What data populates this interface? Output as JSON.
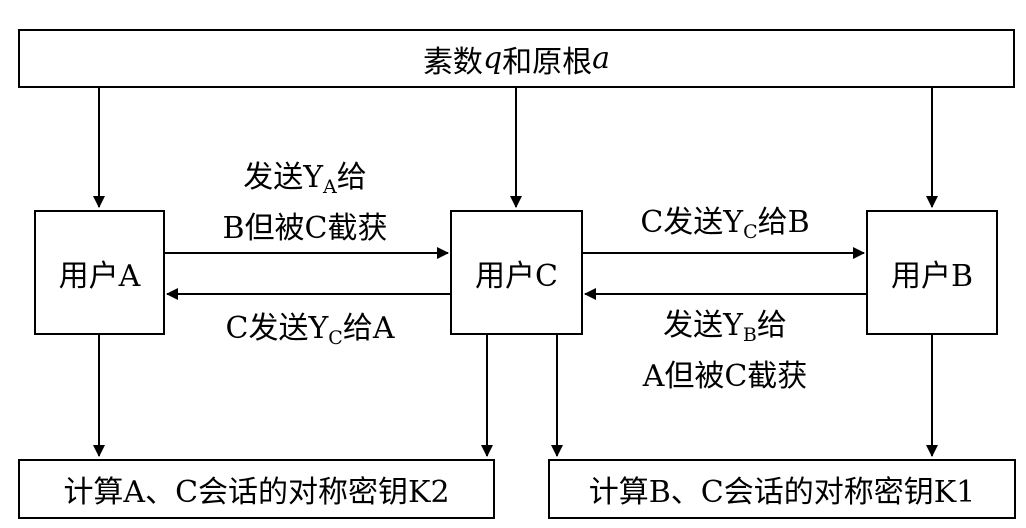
{
  "top_box": {
    "prefix": "素数",
    "q": "q",
    "middle": "和原根",
    "a": "a"
  },
  "users": {
    "a": "用户A",
    "c": "用户C",
    "b": "用户B"
  },
  "labels": {
    "a_to_c_line1": {
      "pre": "发送",
      "y": "Y",
      "sub": "A",
      "post": "给"
    },
    "a_to_c_line2": "B但被C截获",
    "c_to_a": {
      "pre": "C发送",
      "y": "Y",
      "sub": "C",
      "post": "给A"
    },
    "c_to_b": {
      "pre": "C发送",
      "y": "Y",
      "sub": "C",
      "post": "给B"
    },
    "b_to_c_line1": {
      "pre": "发送",
      "y": "Y",
      "sub": "B",
      "post": "给"
    },
    "b_to_c_line2": "A但被C截获"
  },
  "bottom_boxes": {
    "left": "计算A、C会话的对称密钥K2",
    "right": "计算B、C会话的对称密钥K1"
  }
}
